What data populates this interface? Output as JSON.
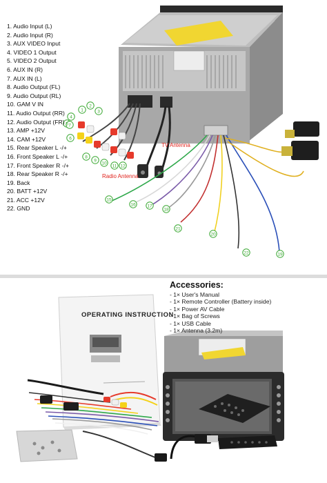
{
  "wiring_list": [
    "1. Audio Input (L)",
    "2. Audio Input (R)",
    "3. AUX VIDEO Input",
    "4. VIDEO 1 Output",
    "5. VIDEO 2 Output",
    "6. AUX IN (R)",
    "7. AUX IN (L)",
    "8.  Audio Output (FL)",
    "9.  Audio Output (RL)",
    "10. GAM V IN",
    "11.  Audio Output (RR)",
    "12.  Audio Output (FR)",
    "13. AMP +12V",
    "14. CAM +12V",
    "15. Rear Speaker L  -/+",
    "16. Front Speaker L  -/+",
    "17. Front Speaker R  -/+",
    "18. Rear Speaker R  -/+",
    "19. Back",
    "20. BATT  +12V",
    "21. ACC  +12V",
    "22. GND"
  ],
  "labels": {
    "tv_antenna": "TV Antenna",
    "radio_antenna": "Radio Antenna"
  },
  "callouts": [
    "1",
    "2",
    "3",
    "4",
    "5",
    "6",
    "7",
    "8",
    "9",
    "10",
    "11",
    "12",
    "15",
    "16",
    "17",
    "18",
    "19",
    "20",
    "21",
    "22"
  ],
  "accessories": {
    "title": "Accessories:",
    "items": [
      "- 1× User's Manual",
      "- 1× Remote Controller (Battery inside)",
      "- 1× Power AV Cable",
      "- 1× Bag of Screws",
      "- 1× USB Cable",
      "- 1× Antenna (3.2m)"
    ]
  },
  "manual_title": "OPERATING INSTRUCTION",
  "colors": {
    "callout_green": "#3aa832",
    "label_red": "#e0221c",
    "unit_metal": "#9a9a9a",
    "screen_dark": "#4a4a4a"
  }
}
